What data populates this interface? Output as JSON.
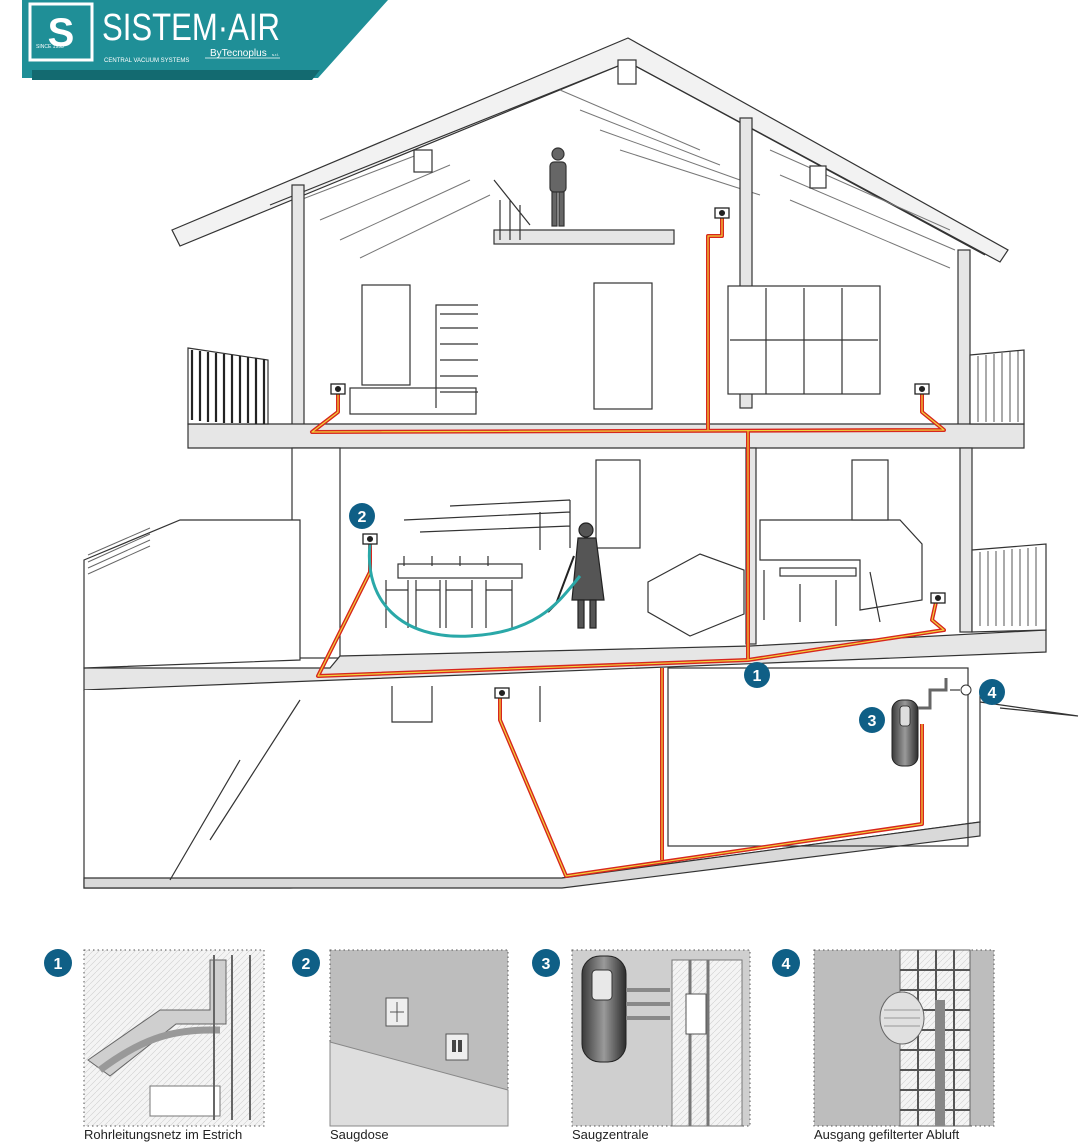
{
  "logo": {
    "brand": "SISTEM·AIR",
    "by": "ByTecnoplus",
    "suffix": "s.r.l.",
    "tagline": "CENTRAL VACUUM SYSTEMS",
    "since": "SINCE 1993",
    "colors": {
      "teal": "#1f8f97",
      "dark_teal": "#136a70",
      "white": "#ffffff"
    }
  },
  "colors": {
    "pipe_red": "#d7261e",
    "pipe_yellow": "#f2d23a",
    "hose": "#2aa8a8",
    "badge": "#0f5f86",
    "structure_fill": "#e6e6e6",
    "line": "#333333"
  },
  "badges": [
    {
      "number": "1"
    },
    {
      "number": "2"
    },
    {
      "number": "3"
    },
    {
      "number": "4"
    }
  ],
  "details": [
    {
      "number": "1",
      "caption": "Rohrleitungsnetz im Estrich",
      "icon": "pipe-network-icon"
    },
    {
      "number": "2",
      "caption": "Saugdose",
      "icon": "wall-inlet-icon"
    },
    {
      "number": "3",
      "caption": "Saugzentrale",
      "icon": "vacuum-unit-icon"
    },
    {
      "number": "4",
      "caption": "Ausgang gefilterter Abluft",
      "icon": "exhaust-vent-icon"
    }
  ]
}
